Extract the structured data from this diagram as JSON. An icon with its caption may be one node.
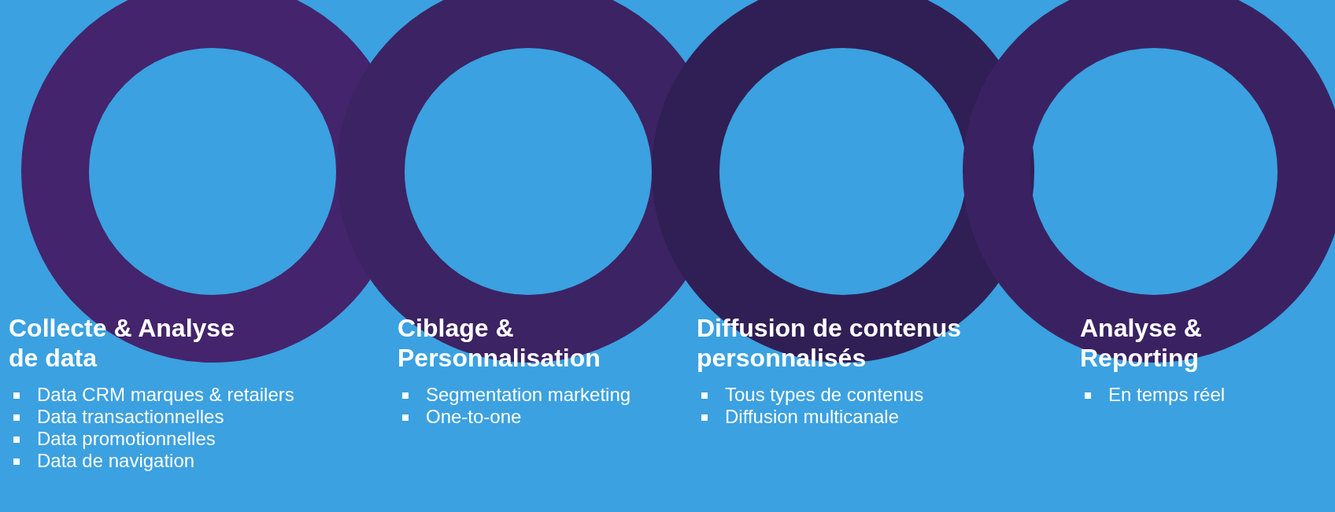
{
  "diagram": {
    "nodes": [
      {
        "text": [
          "Collecte & Analyse de data",
          "Data CRM marques & retailers",
          "Data transactionnelles",
          "Data promotionnelles",
          "Data de navigation"
        ]
      },
      {
        "text": [
          "Ciblage & Personnalisation",
          "Segmentation marketing",
          "One-to-one"
        ]
      },
      {
        "text": [
          "Diffusion de contenus personnalisés",
          "Tous types de contenus",
          "Diffusion multicanale"
        ]
      },
      {
        "text": [
          "Analyse & Reporting",
          "En temps réel"
        ]
      }
    ]
  }
}
